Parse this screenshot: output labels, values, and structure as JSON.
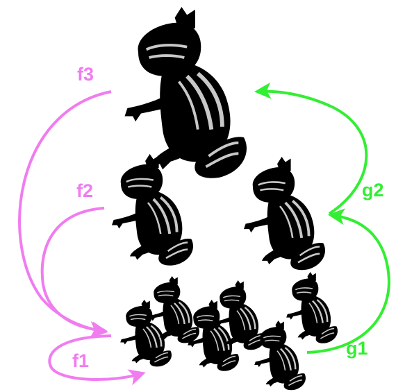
{
  "labels": {
    "f1": "f1",
    "f2": "f2",
    "f3": "f3",
    "g1": "g1",
    "g2": "g2"
  },
  "colors": {
    "f_arrows": "#f07cf0",
    "g_arrows": "#33ee33",
    "animal": "#000000",
    "stripe": "#c8c8c8",
    "background": "#ffffff"
  },
  "animal_icon": "chipmunk-icon"
}
